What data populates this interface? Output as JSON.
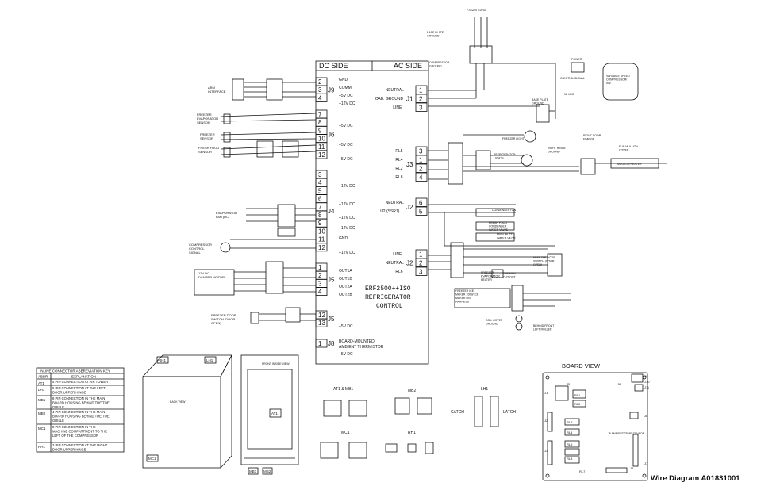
{
  "title": "Wire Diagram A01831001",
  "control": {
    "dc_side": "DC SIDE",
    "ac_side": "AC SIDE",
    "name_lines": [
      "ERF2500++ISO",
      "REFRIGERATOR",
      "CONTROL"
    ]
  },
  "dc_connectors": [
    {
      "id": "J9",
      "pins": [
        "2",
        "3",
        "4"
      ],
      "labels": [
        "GND",
        "COMM.",
        "+5V DC",
        "+12V DC"
      ]
    },
    {
      "id": "J6",
      "pins": [
        "7",
        "8",
        "9",
        "10",
        "11",
        "12"
      ],
      "labels": [
        "+5V DC",
        "+5V DC",
        "+5V DC"
      ]
    },
    {
      "id": "J4",
      "pins": [
        "3",
        "4",
        "5",
        "6",
        "7",
        "8",
        "9",
        "10",
        "11",
        "12"
      ],
      "labels": [
        "+12V DC",
        "+12V DC",
        "+12V DC",
        "+12V DC",
        "GND",
        "+12V DC"
      ]
    },
    {
      "id": "J5",
      "pins": [
        "1",
        "2",
        "3",
        "4"
      ],
      "labels": [
        "OUT1A",
        "OUT1B",
        "OUT2A",
        "OUT2B"
      ]
    },
    {
      "id": "J5b",
      "pins": [
        "12",
        "13"
      ],
      "labels": [
        "+5V DC"
      ]
    },
    {
      "id": "J8",
      "pins": [
        "1"
      ],
      "labels": [
        "BOARD-MOUNTED",
        "AMBIENT THERMISTOR",
        "+5V DC"
      ]
    }
  ],
  "ac_connectors": [
    {
      "id": "J1",
      "pins": [
        "1",
        "2",
        "3"
      ],
      "labels": [
        "NEUTRAL",
        "CAB. GROUND",
        "LINE"
      ]
    },
    {
      "id": "J3",
      "pins": [
        "3",
        "1",
        "2",
        "4"
      ],
      "labels": [
        "RL5",
        "RL4",
        "RL2",
        "RL8"
      ]
    },
    {
      "id": "J2",
      "pins": [
        "6",
        "5"
      ],
      "labels": [
        "NEUTRAL",
        "U2 (SSR1)"
      ]
    },
    {
      "id": "J2b",
      "pins": [
        "1",
        "2",
        "3"
      ],
      "labels": [
        "LINE",
        "NEUTRAL",
        "RL6"
      ]
    }
  ],
  "left_components": [
    "ARM INTERFACE",
    "FREEZER EVAPORATOR SENSOR",
    "FREEZER SENSOR",
    "FRESH FOOD SENSOR",
    "EVAPORATOR FAN (DC)",
    "COMPRESSOR CONTROL SIGNAL",
    "12V DC DAMPER MOTOR",
    "FREEZER DOOR SWITCH (DOOR OPEN)"
  ],
  "right_components": [
    "POWER CORD",
    "BASE PLATE GROUND",
    "COMPRESSOR GROUND",
    "POWER",
    "CONTROL SIGNAL",
    "VARIABLE SPEED COMPRESSOR/ INV.",
    "12 VDC",
    "BASE PLATE GROUND",
    "FREEZER LIGHT",
    "REFRIGERATOR LIGHTS",
    "RIGHT DOOR FLANGE",
    "RIGHT HINGE GROUND",
    "FLIP MULLION COVER",
    "MULLION HEATER",
    "CONDENSER FAN",
    "FRESH FOOD CONDENSER WATER VALVE",
    "MAIN INLET WATER VALVE",
    "FREEZER EVAPORATOR HEATER",
    "THERMAL CUT-OUT",
    "FREEZER DOOR SWITCH (DOOR OPEN)",
    "FREEZER ICE MAKER 100W ICE MAKER ON HARNESS",
    "COIL COVER GROUND",
    "BEHIND FRONT LEFT ROLLER"
  ],
  "key": {
    "title": "INLINE CONNECTOR ABBREVIATION KEY",
    "headers": [
      "ABBR",
      "EXPLANATION"
    ],
    "rows": [
      {
        "abbr": "AT1",
        "text": "4 PIN CONNECTION AT AIR TOWER"
      },
      {
        "abbr": "LH1",
        "text": "5 PIN CONNECTION AT THE LEFT DOOR UPPER HINGE"
      },
      {
        "abbr": "MB1",
        "text": "8 PIN CONNECTION IN THE MAIN BOARD HOUSING BEHIND THE TOE GRILLE"
      },
      {
        "abbr": "MB2",
        "text": "4 PIN CONNECTION IN THE MAIN BOARD HOUSING BEHIND THE TOE GRILLE"
      },
      {
        "abbr": "MC1",
        "text": "8 PIN CONNECTION IN THE MACHINE COMPARTMENT TO THE LEFT OF THE COMPRESSOR"
      },
      {
        "abbr": "RH1",
        "text": "2 PIN CONNECTION AT THE RIGHT DOOR UPPER HINGE"
      }
    ]
  },
  "cabinet_views": {
    "back_view": "BACK VIEW",
    "front_view": "FRONT INSIDE VIEW",
    "tags": [
      "RH1",
      "LH1",
      "MC1",
      "AT1",
      "MB1",
      "MB2"
    ]
  },
  "connector_views": [
    "AT1 & MB1",
    "MB2",
    "LH1",
    "MC1",
    "RH1"
  ],
  "lh1_labels": [
    "CATCH",
    "LATCH"
  ],
  "board_view": {
    "title": "BOARD VIEW",
    "relays": [
      "RL1",
      "RL2",
      "RL5",
      "RL4",
      "RL6",
      "RL8",
      "RL7"
    ],
    "connectors": [
      "J1",
      "J2",
      "J3",
      "J4",
      "J5",
      "J6",
      "J7",
      "J8",
      "J9",
      "J10",
      "J11"
    ],
    "sensor_label": "J8 AMBIENT TEMP SENSOR"
  }
}
